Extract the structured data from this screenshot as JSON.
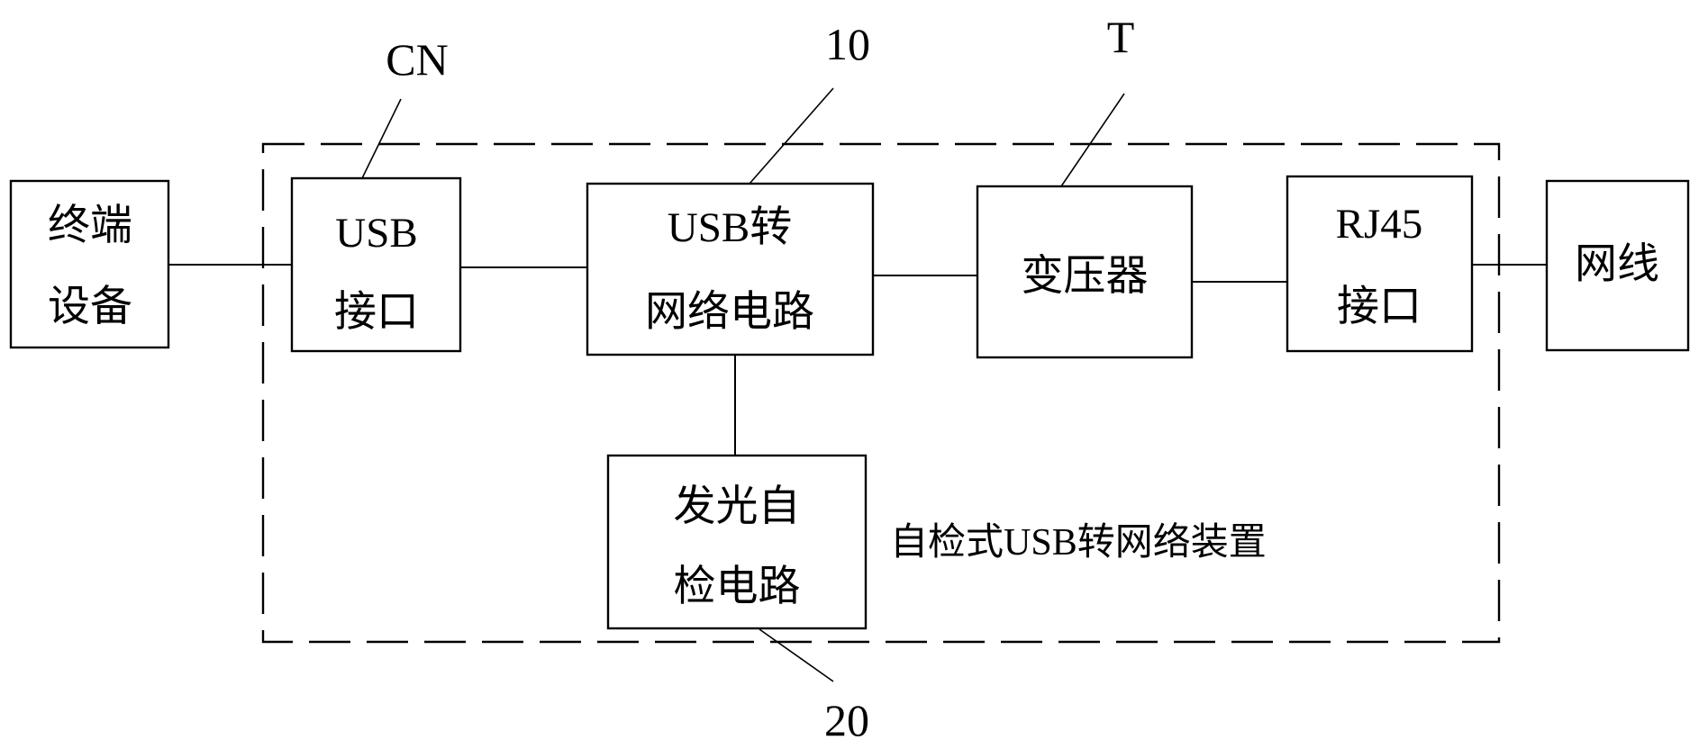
{
  "diagram": {
    "caption": "自检式USB转网络装置",
    "blocks": {
      "terminal": {
        "line1": "终端",
        "line2": "设备"
      },
      "usb_port": {
        "line1": "USB",
        "line2": "接口"
      },
      "usb_to_net": {
        "line1": "USB转",
        "line2": "网络电路"
      },
      "transformer": {
        "line1": "变压器"
      },
      "rj45": {
        "line1": "RJ45",
        "line2": "接口"
      },
      "network_cable": {
        "line1": "网线"
      },
      "led_selftest": {
        "line1": "发光自",
        "line2": "检电路"
      }
    },
    "reference_labels": {
      "usb_port": "CN",
      "usb_to_net": "10",
      "transformer": "T",
      "led_selftest": "20"
    }
  }
}
